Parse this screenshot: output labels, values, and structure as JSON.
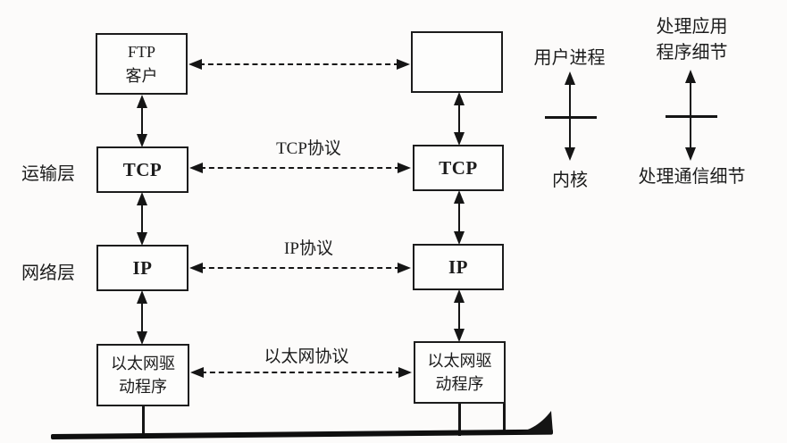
{
  "diagram": {
    "left_stack": {
      "app": {
        "line1": "FTP",
        "line2": "客户"
      },
      "tcp": "TCP",
      "ip": "IP",
      "eth": {
        "line1": "以太网驱",
        "line2": "动程序"
      }
    },
    "right_stack": {
      "tcp": "TCP",
      "ip": "IP",
      "eth": {
        "line1": "以太网驱",
        "line2": "动程序"
      }
    },
    "layer_labels": {
      "transport": "运输层",
      "network": "网络层"
    },
    "protocol_labels": {
      "tcp": "TCP协议",
      "ip": "IP协议",
      "eth": "以太网协议"
    },
    "annotations": {
      "user_process": "用户进程",
      "kernel": "内核",
      "app_detail_line1": "处理应用",
      "app_detail_line2": "程序细节",
      "comm_detail": "处理通信细节"
    },
    "colors": {
      "ink": "#1c1c1c",
      "background": "#fcfbfa"
    }
  }
}
